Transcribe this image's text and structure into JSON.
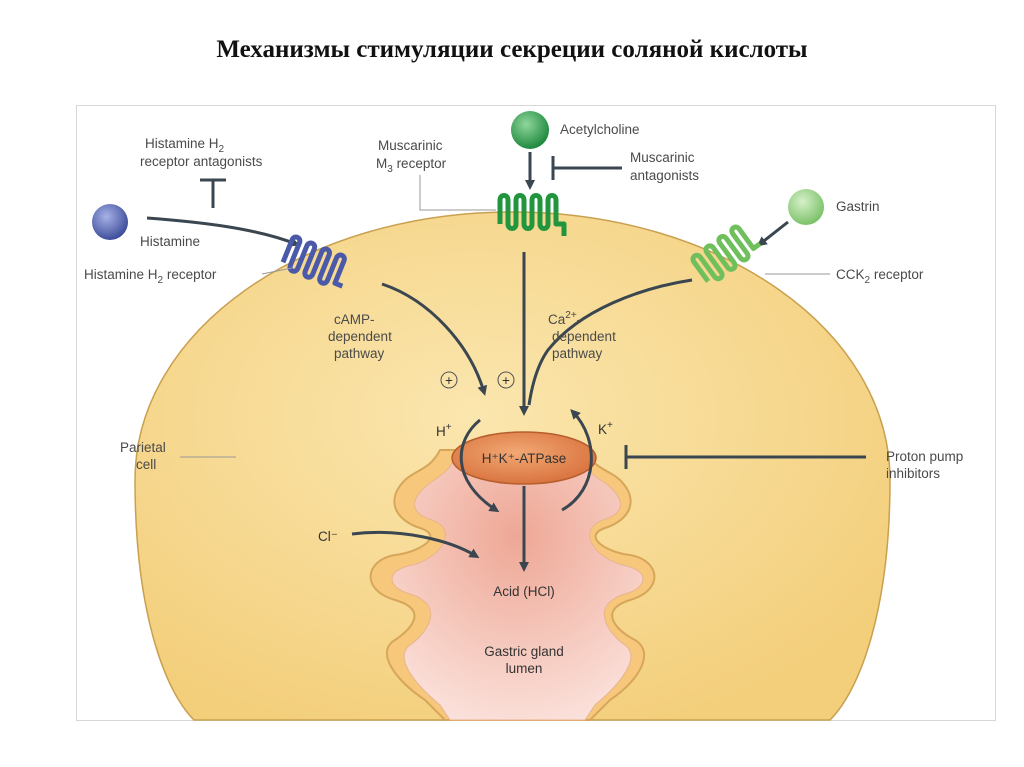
{
  "title": "Механизмы стимуляции секреции соляной кислоты",
  "labels": {
    "histamine_antagonists_l1": "Histamine H",
    "histamine_antagonists_l1_sub": "2",
    "histamine_antagonists_l2": "receptor antagonists",
    "histamine": "Histamine",
    "histamine_receptor": "Histamine H",
    "histamine_receptor_sub": "2",
    "histamine_receptor_tail": " receptor",
    "muscarinic_receptor_l1": "Muscarinic",
    "muscarinic_receptor_l2": "M",
    "muscarinic_receptor_sub": "3",
    "muscarinic_receptor_tail": " receptor",
    "acetylcholine": "Acetylcholine",
    "muscarinic_antagonists_l1": "Muscarinic",
    "muscarinic_antagonists_l2": "antagonists",
    "gastrin": "Gastrin",
    "cck2_receptor": "CCK",
    "cck2_receptor_sub": "2",
    "cck2_receptor_tail": " receptor",
    "camp_l1": "cAMP-",
    "camp_l2": "dependent",
    "camp_l3": "pathway",
    "ca_l1": "Ca",
    "ca_sup": "2+",
    "ca_l1_tail": "-",
    "ca_l2": "dependent",
    "ca_l3": "pathway",
    "plus": "+",
    "h_plus": "H",
    "h_plus_sup": "+",
    "k_plus": "K",
    "k_plus_sup": "+",
    "atpase": "H⁺K⁺-ATPase",
    "parietal_l1": "Parietal",
    "parietal_l2": "cell",
    "proton_l1": "Proton pump",
    "proton_l2": "inhibitors",
    "chloride": "Cl⁻",
    "acid": "Acid (HCl)",
    "lumen_l1": "Gastric gland",
    "lumen_l2": "lumen"
  },
  "colors": {
    "cell_fill": "#f7d98e",
    "cell_stroke": "#c9a04f",
    "lumen_fill": "#f1b9a6",
    "atpase_fill": "#e58a52",
    "histamine": "#4a5aa8",
    "muscarinic": "#22963e",
    "cck2": "#6fbf5c",
    "arrow": "#3a4650"
  }
}
